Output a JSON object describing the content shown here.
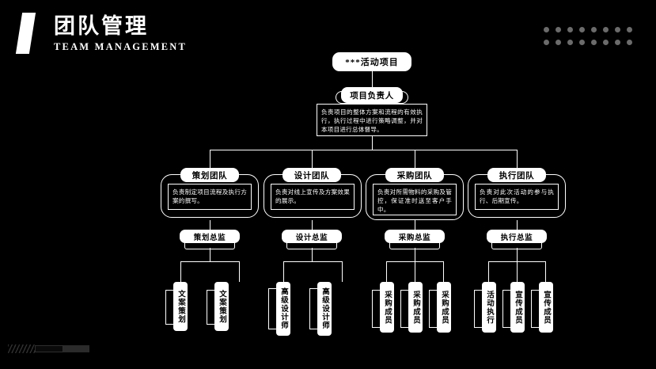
{
  "header": {
    "title_cn": "团队管理",
    "title_en": "TEAM MANAGEMENT",
    "accent_color": "#ffffff",
    "background_color": "#000000",
    "dot_color": "#6b6b6b",
    "dot_rows": 2,
    "dot_cols": 8
  },
  "chart_data": {
    "type": "diagram",
    "title": "团队管理 / TEAM MANAGEMENT",
    "root": {
      "label": "***活动项目"
    },
    "lead": {
      "label": "项目负责人",
      "description": "负责项目的整体方案和流程的有效执行，执行过程中进行策略调整，并对本项目进行总体督导。"
    },
    "teams": [
      {
        "name": "策划团队",
        "description": "负责制定项目流程及执行方案的撰写。",
        "director": "策划总监",
        "members": [
          "文案策划",
          "文案策划"
        ]
      },
      {
        "name": "设计团队",
        "description": "负责对线上宣传及方案效果的展示。",
        "director": "设计总监",
        "members": [
          "高级设计师",
          "高级设计师"
        ]
      },
      {
        "name": "采购团队",
        "description": "负责对所需物料的采购及管控，保证准时送至客户手中。",
        "director": "采购总监",
        "members": [
          "采购成员",
          "采购成员",
          "采购成员"
        ]
      },
      {
        "name": "执行团队",
        "description": "负责对此次活动的参与执行、后期宣传。",
        "director": "执行总监",
        "members": [
          "活动执行",
          "宣传成员",
          "宣传成员"
        ]
      }
    ]
  }
}
